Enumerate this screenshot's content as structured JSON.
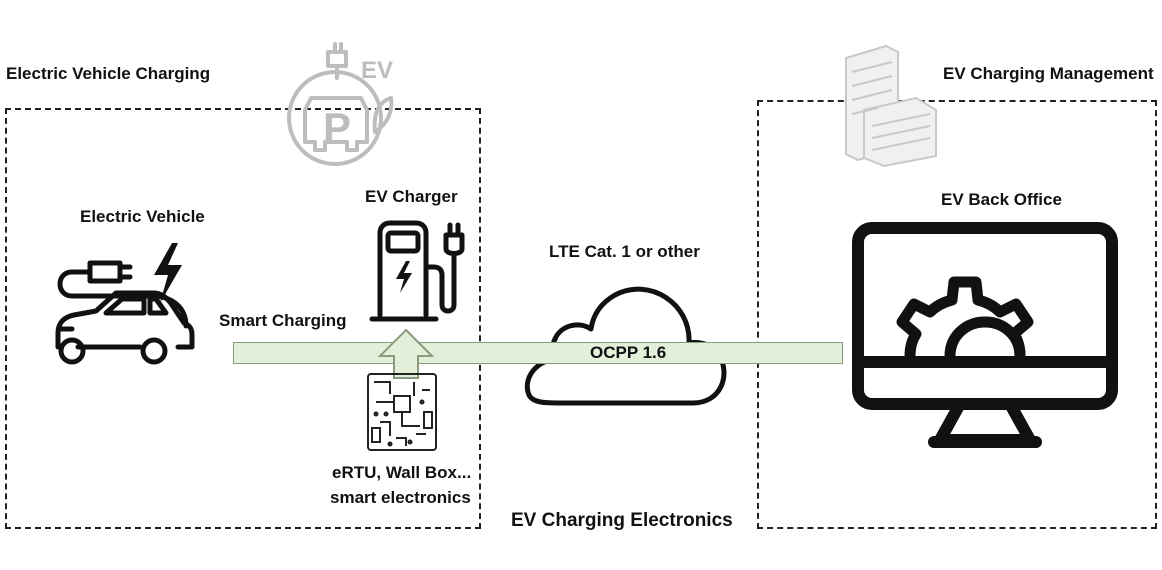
{
  "left_section": {
    "title": "Electric Vehicle Charging"
  },
  "right_section": {
    "title": "EV Charging Management"
  },
  "vehicle": {
    "label": "Electric Vehicle"
  },
  "charger": {
    "label": "EV Charger"
  },
  "link": {
    "smart_charging": "Smart Charging",
    "protocol": "OCPP 1.6",
    "network": "LTE Cat. 1 or other"
  },
  "electronics": {
    "line1": "eRTU, Wall Box...",
    "line2": "smart electronics"
  },
  "bottom": {
    "caption": "EV Charging Electronics"
  },
  "back_office": {
    "label": "EV Back Office"
  },
  "parking_badge": {
    "letter": "P",
    "text": "EV"
  },
  "colors": {
    "bar_fill": "#e2efd9",
    "bar_border": "#8a9a7e",
    "dash": "#222222",
    "icon_gray": "#bdbdbd"
  },
  "icons": [
    "parking-ev-icon",
    "ev-car-icon",
    "ev-charger-icon",
    "circuit-board-icon",
    "cloud-icon",
    "building-icon",
    "monitor-gear-icon",
    "up-arrow-icon"
  ]
}
